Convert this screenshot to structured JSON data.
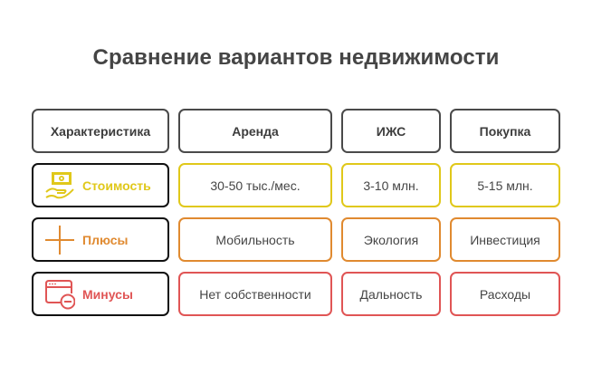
{
  "title": "Сравнение вариантов недвижимости",
  "colors": {
    "header_border": "#4a4a4a",
    "cost": "#e0c81a",
    "plus": "#e08a30",
    "minus": "#e05555",
    "text": "#454545"
  },
  "header": {
    "characteristic": "Характеристика",
    "columns": [
      "Аренда",
      "ИЖС",
      "Покупка"
    ]
  },
  "rows": [
    {
      "label": "Стоимость",
      "icon": "money-hand-icon",
      "values": [
        "30-50 тыс./мес.",
        "3-10 млн.",
        "5-15 млн."
      ]
    },
    {
      "label": "Плюсы",
      "icon": "plus-icon",
      "values": [
        "Мобильность",
        "Экология",
        "Инвестиция"
      ]
    },
    {
      "label": "Минусы",
      "icon": "window-minus-icon",
      "values": [
        "Нет собственности",
        "Дальность",
        "Расходы"
      ]
    }
  ]
}
